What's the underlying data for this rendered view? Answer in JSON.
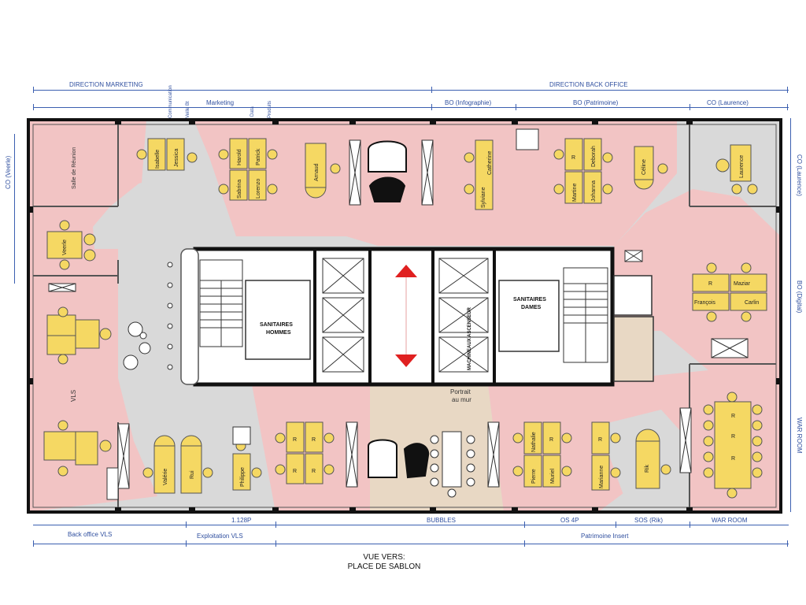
{
  "top_dims": {
    "row1_left": "DIRECTION MARKETING",
    "row1_right": "DIRECTION BACK OFFICE",
    "row2_marketing": "Marketing",
    "row2_bo_infographie": "BO (Infographie)",
    "row2_bo_patrimoine": "BO (Patrimoine)",
    "row2_co_laurence": "CO (Laurence)",
    "v_communication": "Communication",
    "v_veille": "Veille Bt",
    "v_data": "Data",
    "v_produits": "Produits"
  },
  "side_dims": {
    "left_co_veerle": "CO (Veerle)",
    "right_co_laurence": "CO (Laurence)",
    "right_bo_digital": "BO (Digital)",
    "right_war_room": "WAR ROOM"
  },
  "bottom_dims": {
    "row1_1128p": "1.128P",
    "row1_bubbles": "BUBBLES",
    "row1_os4p": "OS 4P",
    "row1_sos_rik": "SOS (Rik)",
    "row1_war_room": "WAR ROOM",
    "row2_back_office_vls": "Back office VLS",
    "row2_exploitation_vls": "Exploitation VLS",
    "row2_patrimoine_insert": "Patrimoine Insert"
  },
  "view_line1": "VUE VERS:",
  "view_line2": "PLACE DE SABLON",
  "rooms": {
    "salle_reunion": "Salle de Réunion",
    "vls": "VLS",
    "sanitaires_hommes_1": "SANITAIRES",
    "sanitaires_hommes_2": "HOMMES",
    "sanitaires_dames_1": "SANITAIRES",
    "sanitaires_dames_2": "DAMES",
    "machineaux": "MACHINEAUX ASCENSEUR",
    "portrait_1": "Portrait",
    "portrait_2": "au mur"
  },
  "people": {
    "isabelle": "Isabelle",
    "jessica": "Jessica",
    "harold": "Harold",
    "patrick": "Patrick",
    "sabrina": "Sabrina",
    "lorenzo": "Lorenzo",
    "arnaud": "Arnaud",
    "sylviane": "Sylviane",
    "catherine": "Catherine",
    "martine": "Martine",
    "deborah": "Deborah",
    "johanna": "Johanna",
    "celine": "Céline",
    "laurence": "Laurence",
    "veerle": "Veerle",
    "r": "R",
    "maziar": "Maziar",
    "francois": "François",
    "carlin": "Carlin",
    "valerie": "Valérie",
    "rui": "Rui",
    "philippe": "Philippe",
    "nathalie": "Nathalie",
    "pierre": "Pierre",
    "muriel": "Muriel",
    "marianne": "Marianne",
    "rik": "Rik"
  },
  "colors": {
    "zone_pink": "#f2c4c4",
    "zone_grey": "#d9d9d9",
    "zone_beige": "#e8d8c4",
    "desk_yellow": "#f5d863",
    "wall": "#111111",
    "dim_blue": "#3b5fb0",
    "arrow_red": "#e02020"
  }
}
